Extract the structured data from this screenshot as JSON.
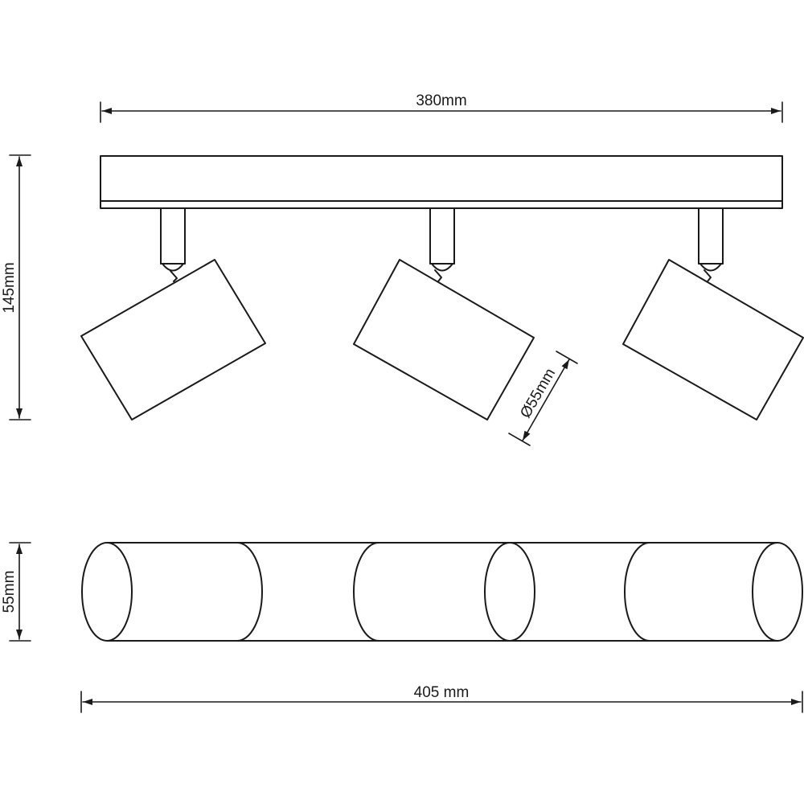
{
  "dimensions": {
    "top_width": "380mm",
    "height": "145mm",
    "diameter": "Ø55mm",
    "side_height": "55mm",
    "bottom_width": "405 mm"
  },
  "colors": {
    "line": "#1a1a1a",
    "background": "#ffffff"
  }
}
